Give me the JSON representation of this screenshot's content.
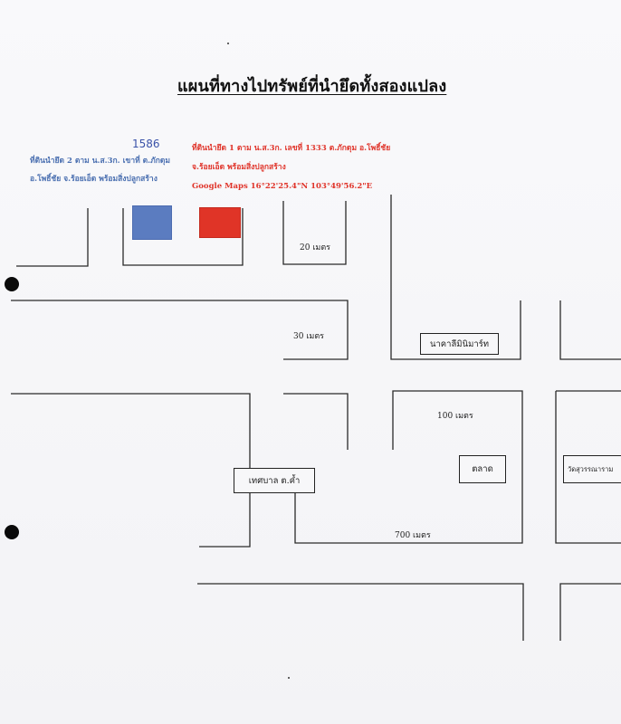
{
  "title": "แผนที่ทางไปทรัพย์ที่นำยึดทั้งสองแปลง",
  "blue_plot": {
    "handwritten_number": "1586",
    "line1": "ที่ดินนำยึด 2 ตาม น.ส.3ก. เขาที่ ต.ภักดุม",
    "line2": "อ.โพธิ์ชัย จ.ร้อยเอ็ด พร้อมสิ่งปลูกสร้าง",
    "color": "#5b7cc0"
  },
  "red_plot": {
    "line1": "ที่ดินนำยึด 1 ตาม น.ส.3ก. เลขที่ 1333 ต.ภักดุม อ.โพธิ์ชัย",
    "line2": "จ.ร้อยเอ็ด พร้อมสิ่งปลูกสร้าง",
    "line3": "Google Maps 16°22'25.4\"N 103°49'56.2\"E",
    "color": "#e03427"
  },
  "distances": {
    "d20": "20 เมตร",
    "d30": "30 เมตร",
    "d100": "100 เมตร",
    "d700": "700 เมตร"
  },
  "landmarks": {
    "minimart": "นาคาลีมินิมาร์ท",
    "municipality": "เทศบาล ต.ค้ำ",
    "market": "ตลาด",
    "temple": "วัดสุวรรณาราม"
  }
}
